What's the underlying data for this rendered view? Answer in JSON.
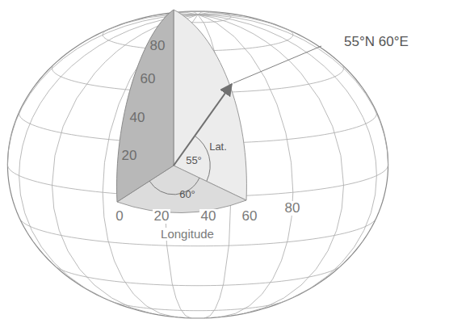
{
  "diagram": {
    "labels": [
      "80",
      "60",
      "40",
      "20",
      "55°N 60°E",
      "55°",
      "Lat.",
      "60°",
      "0",
      "20",
      "40",
      "60",
      "80",
      "Longitude"
    ]
  }
}
